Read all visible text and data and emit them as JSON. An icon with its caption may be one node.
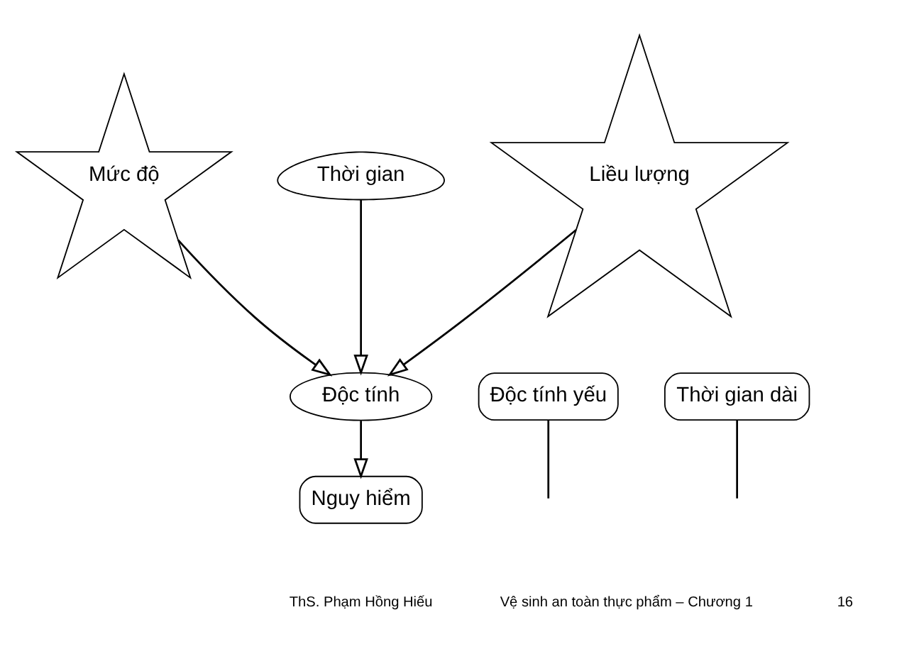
{
  "diagram": {
    "nodes": [
      {
        "text": [
          "Mức độ"
        ]
      },
      {
        "text": [
          "Thời gian"
        ]
      },
      {
        "text": [
          "Độc tính"
        ]
      },
      {
        "text": [
          "Liều lượng"
        ]
      },
      {
        "text": [
          "Độc tính yếu"
        ]
      },
      {
        "text": [
          "Thời gian dài"
        ]
      },
      {
        "text": [
          "Nguy hiểm"
        ]
      }
    ],
    "edges": [
      {
        "from": 0,
        "to": 2,
        "arrow": "to"
      },
      {
        "from": 1,
        "to": 2,
        "arrow": "to"
      },
      {
        "from": 3,
        "to": 2,
        "arrow": "to"
      },
      {
        "from": 2,
        "to": 6,
        "arrow": "to"
      },
      {
        "from": 4,
        "to": null,
        "arrow": "none"
      },
      {
        "from": 5,
        "to": null,
        "arrow": "none"
      }
    ],
    "labels": [
      "ThS. Phạm Hồng Hiếu",
      "Vệ sinh an toàn thực phẩm – Chương 1",
      "16"
    ]
  }
}
